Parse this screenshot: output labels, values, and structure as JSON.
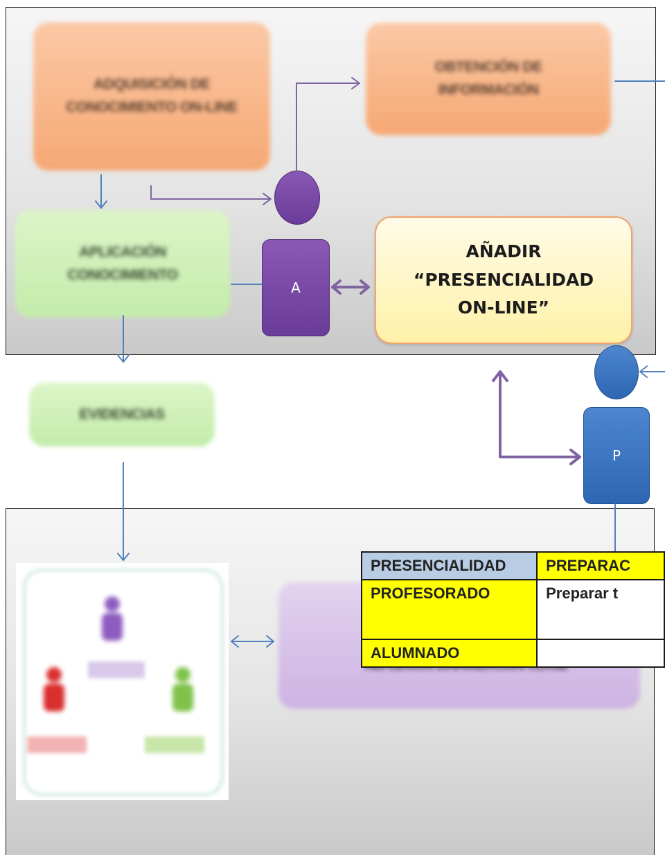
{
  "nodes": {
    "adquisicion": "ADQUISICIÓN DE CONOCIMIENTO ON-LINE",
    "obtencion": "OBTENCIÓN DE INFORMACIÓN",
    "aplicacion": "APLICACIÓN CONOCIMIENTO",
    "evidencias": "EVIDENCIAS",
    "anadir_line1": "AÑADIR",
    "anadir_line2": "“PRESENCIALIDAD",
    "anadir_line3": "ON-LINE”",
    "reflexion": "REFLEXIÓN DINAMIZACIÓN CLASE"
  },
  "actors": {
    "alumno": "A",
    "profesor": "P"
  },
  "table": {
    "header_left": "PRESENCIALIDAD",
    "header_right": "PREPARAC",
    "row1_left": "PROFESORADO",
    "row1_right": "Preparar t",
    "row2_left": "ALUMNADO",
    "row2_right": ""
  },
  "colors": {
    "purple": "#7446a3",
    "blue": "#3a74c0",
    "arrow_blue": "#4f81bd",
    "arrow_purple": "#8064a2"
  }
}
